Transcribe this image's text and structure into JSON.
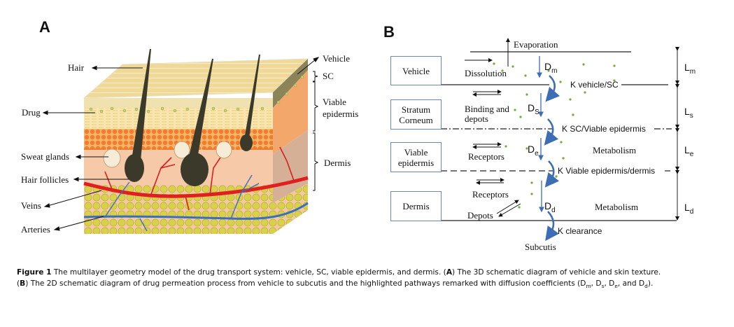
{
  "panel_a": {
    "letter": "A",
    "labels": {
      "hair": "Hair",
      "drug": "Drug",
      "sweat_glands": "Sweat glands",
      "hair_follicles": "Hair follicles",
      "veins": "Veins",
      "arteries": "Arteries",
      "vehicle": "Vehicle",
      "sc": "SC",
      "viable_epidermis_1": "Viable",
      "viable_epidermis_2": "epidermis",
      "dermis": "Dermis"
    },
    "colors": {
      "vehicle_layer": "#f1dfa0",
      "stratum_corneum": "#e9c98a",
      "viable_epidermis": "#f08a3c",
      "dermis": "#f6c9a8",
      "hypodermis_fat": "#d9d24a",
      "artery": "#e02020",
      "vein": "#3a6fc0",
      "hair": "#3b3a2a"
    }
  },
  "panel_b": {
    "letter": "B",
    "boxes": {
      "vehicle": "Vehicle",
      "sc_1": "Stratum",
      "sc_2": "Corneum",
      "ve_1": "Viable",
      "ve_2": "epidermis",
      "dermis": "Dermis"
    },
    "process_labels": {
      "evaporation": "Evaporation",
      "dissolution": "Dissolution",
      "binding_1": "Binding and",
      "binding_2": "depots",
      "receptors_e": "Receptors",
      "receptors_d": "Receptors",
      "depots": "Depots",
      "metabolism_e": "Metabolism",
      "metabolism_d": "Metabolism",
      "subcutis": "Subcutis"
    },
    "diffusion": {
      "dm": {
        "base": "D",
        "sub": "m"
      },
      "ds": {
        "base": "D",
        "sub": "S"
      },
      "de": {
        "base": "D",
        "sub": "e"
      },
      "dd": {
        "base": "D",
        "sub": "d"
      }
    },
    "partition": {
      "k1": "K vehicle/SC",
      "k2": "K SC/Viable epidermis",
      "k3": "K Viable epidermis/dermis",
      "k4": "K clearance"
    },
    "thickness": {
      "lm": {
        "base": "L",
        "sub": "m"
      },
      "ls": {
        "base": "L",
        "sub": "s"
      },
      "le": {
        "base": "L",
        "sub": "e"
      },
      "ld": {
        "base": "L",
        "sub": "d"
      }
    },
    "colors": {
      "box_border": "#6c86b8",
      "arrow_blue": "#3d6db5",
      "drug_dot": "#6fae3c"
    }
  },
  "caption": {
    "fig_label": "Figure 1",
    "line1_a": " The multilayer geometry model of the drug transport system: vehicle, SC, viable epidermis, and dermis. (",
    "line1_a_bold": "A",
    "line1_b": ") The 3D schematic diagram of vehicle and skin texture.",
    "line2_open": "(",
    "line2_bold": "B",
    "line2_a": ") The 2D schematic diagram of drug permeation process from vehicle to subcutis and the highlighted pathways remarked with diffusion coefficients (D",
    "sub_m": "m",
    "sep1": ", D",
    "sub_s": "s",
    "sep2": ", D",
    "sub_e": "e",
    "sep3": ", and D",
    "sub_d": "d",
    "line2_end": ")."
  }
}
